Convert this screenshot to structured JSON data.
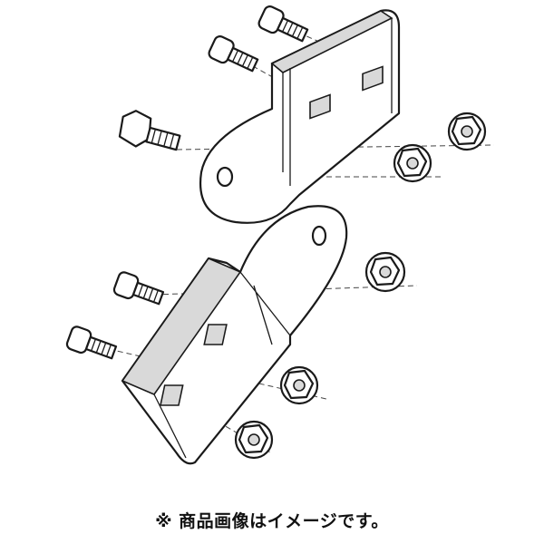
{
  "caption": "※ 商品画像はイメージです。",
  "colors": {
    "background": "#ffffff",
    "line": "#1a1a1a",
    "shade": "#d9d9d9"
  },
  "parts": {
    "brackets": 2,
    "bolts": 5,
    "nuts": 5
  }
}
